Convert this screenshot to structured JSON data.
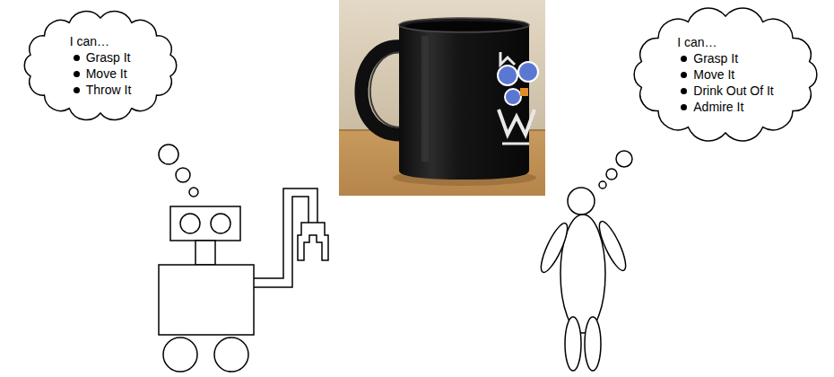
{
  "diagram": {
    "nodes": [
      {
        "text": [
          "I can…",
          "Grasp It",
          "Move It",
          "Throw It"
        ]
      },
      {
        "text": [
          "I can…",
          "Grasp It",
          "Move It",
          "Drink Out Of It",
          "Admire It"
        ]
      }
    ]
  }
}
